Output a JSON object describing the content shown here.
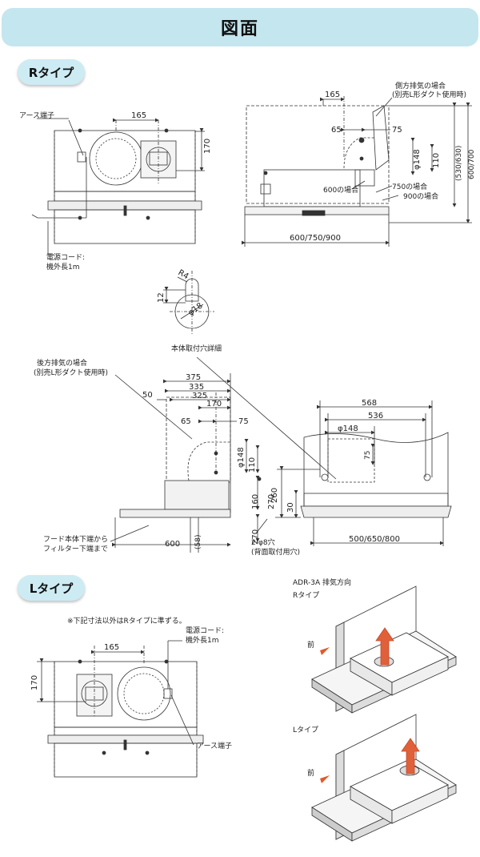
{
  "page_title": "図面",
  "r_section": {
    "tab": "Rタイプ",
    "front": {
      "ground_terminal": "アース端子",
      "dim_top": "165",
      "dim_side": "170",
      "power_cord_1": "電源コード:",
      "power_cord_2": "機外長1m"
    },
    "side": {
      "side_exhaust_1": "側方排気の場合",
      "side_exhaust_2": "(別売L形ダクト使用時)",
      "dim_165": "165",
      "dim_65": "65",
      "dim_75": "75",
      "dim_phi148": "φ148",
      "dim_110": "110",
      "height_1": "(530/630)",
      "height_2": "600/700",
      "case_600": "600の場合",
      "case_750": "750の場合",
      "case_900": "900の場合",
      "width": "600/750/900"
    },
    "hole": {
      "r4": "R4",
      "dim_12": "12",
      "phi18": "φ18"
    },
    "hole_detail_label": "本体取付穴詳細",
    "rear": {
      "rear_exhaust_1": "後方排気の場合",
      "rear_exhaust_2": "(別売L形ダクト使用時)",
      "dim_375": "375",
      "dim_335": "335",
      "dim_325": "325",
      "dim_50": "50",
      "dim_170": "170",
      "dim_65": "65",
      "dim_75": "75",
      "dim_phi148": "φ148",
      "dim_110": "110",
      "dim_270": "270",
      "dim_160": "160",
      "dim_270b": "270",
      "dim_600": "600",
      "dim_58": "(58)",
      "hood_bottom_1": "フード本体下端から",
      "hood_bottom_2": "フィルター下端まで",
      "holes_1": "2-φ8穴",
      "holes_2": "(背面取付用穴)"
    },
    "front2": {
      "dim_568": "568",
      "dim_536": "536",
      "dim_phi148": "φ148",
      "dim_75": "75",
      "dim_260": "260",
      "dim_30": "30",
      "width": "500/650/800"
    }
  },
  "l_section": {
    "tab": "Lタイプ",
    "note": "※下記寸法以外はRタイプに準ずる。",
    "power_cord_1": "電源コード:",
    "power_cord_2": "機外長1m",
    "dim_165": "165",
    "dim_170": "170",
    "ground_terminal": "アース端子"
  },
  "exhaust_direction": {
    "title": "ADR-3A 排気方向",
    "r_type": "Rタイプ",
    "l_type": "Lタイプ",
    "front_label_1": "前",
    "front_label_2": "前"
  },
  "colors": {
    "banner": "#c4e6ee",
    "pill": "#cdebf3",
    "arrow": "#e0603a",
    "arrow_pointer": "#e05a2a"
  }
}
